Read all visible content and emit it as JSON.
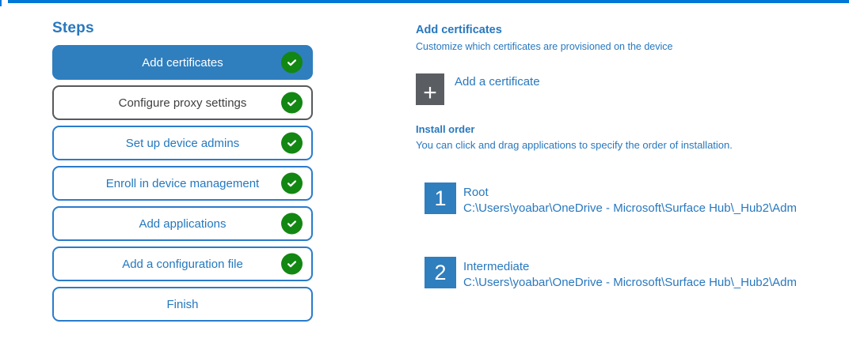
{
  "colors": {
    "top_bar": "#0078D7",
    "active_step_bg": "#2F7EBE",
    "step_border_blue": "#2A7CCB",
    "step_text_blue": "#2478BE",
    "visited_step_border": "#58595B",
    "visited_step_text": "#3F3F3F",
    "check_green": "#128712",
    "plus_button_gray": "#5A5E62",
    "panel_text_blue": "#2878BE",
    "number_square_blue": "#2F7EBE"
  },
  "sidebar": {
    "title": "Steps",
    "steps": [
      {
        "label": "Add certificates",
        "state": "active",
        "completed": true
      },
      {
        "label": "Configure proxy settings",
        "state": "visited",
        "completed": true
      },
      {
        "label": "Set up device admins",
        "state": "normal",
        "completed": true
      },
      {
        "label": "Enroll in device management",
        "state": "normal",
        "completed": true
      },
      {
        "label": "Add applications",
        "state": "normal",
        "completed": true
      },
      {
        "label": "Add a configuration file",
        "state": "normal",
        "completed": true
      },
      {
        "label": "Finish",
        "state": "normal",
        "completed": false
      }
    ]
  },
  "panel": {
    "title": "Add certificates",
    "subtitle": "Customize which certificates are provisioned on the device",
    "add": {
      "plus_icon": "+",
      "label": "Add a certificate"
    },
    "install_order": {
      "title": "Install order",
      "hint": "You can click and drag applications to specify the order of installation.",
      "items": [
        {
          "index": "1",
          "name": "Root",
          "path": "C:\\Users\\yoabar\\OneDrive - Microsoft\\Surface Hub\\_Hub2\\Adm"
        },
        {
          "index": "2",
          "name": "Intermediate",
          "path": "C:\\Users\\yoabar\\OneDrive - Microsoft\\Surface Hub\\_Hub2\\Adm"
        }
      ]
    }
  }
}
